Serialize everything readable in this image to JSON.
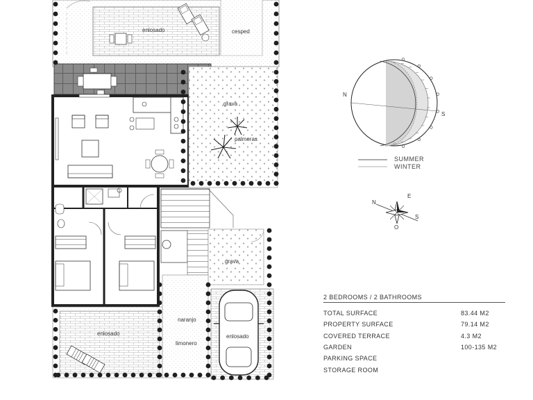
{
  "plan": {
    "room_labels": {
      "enlosado_top": "enlosado",
      "cesped": "cesped",
      "grava_top": "grava",
      "palmeras": "palmeras",
      "grava_bottom": "grava",
      "naranjo": "naranjo",
      "limonero": "limonero",
      "enlosado_parking": "enlosado",
      "enlosado_bottom": "enlosado"
    }
  },
  "sun_diagram": {
    "north_letter": "N",
    "south_letter": "S",
    "legend_summer": "SUMMER",
    "legend_winter": "WINTER"
  },
  "compass": {
    "north_letter": "N",
    "east_letter": "E",
    "south_letter": "S",
    "west_letter": "O"
  },
  "specs": {
    "title": "2 BEDROOMS / 2 BATHROOMS",
    "rows": [
      {
        "label": "TOTAL SURFACE",
        "value": "83.44 M2"
      },
      {
        "label": "PROPERTY SURFACE",
        "value": "79.14 M2"
      },
      {
        "label": "COVERED TERRACE",
        "value": "4.3 M2"
      },
      {
        "label": "GARDEN",
        "value": "100-135 M2"
      },
      {
        "label": "PARKING SPACE",
        "value": ""
      },
      {
        "label": "STORAGE ROOM",
        "value": ""
      }
    ]
  }
}
